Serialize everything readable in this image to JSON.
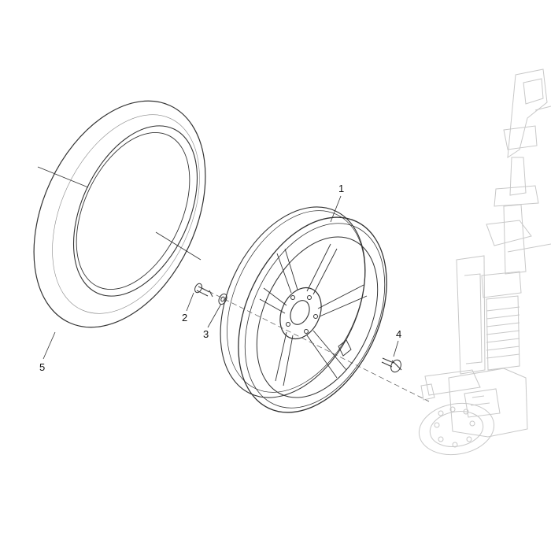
{
  "diagram": {
    "callouts": [
      {
        "id": "1",
        "label": "1"
      },
      {
        "id": "2",
        "label": "2"
      },
      {
        "id": "3",
        "label": "3"
      },
      {
        "id": "4",
        "label": "4"
      },
      {
        "id": "5",
        "label": "5"
      }
    ]
  },
  "colors": {
    "line": "#333333",
    "faint": "#c8c8c8",
    "label": "#111111",
    "background": "#ffffff"
  }
}
